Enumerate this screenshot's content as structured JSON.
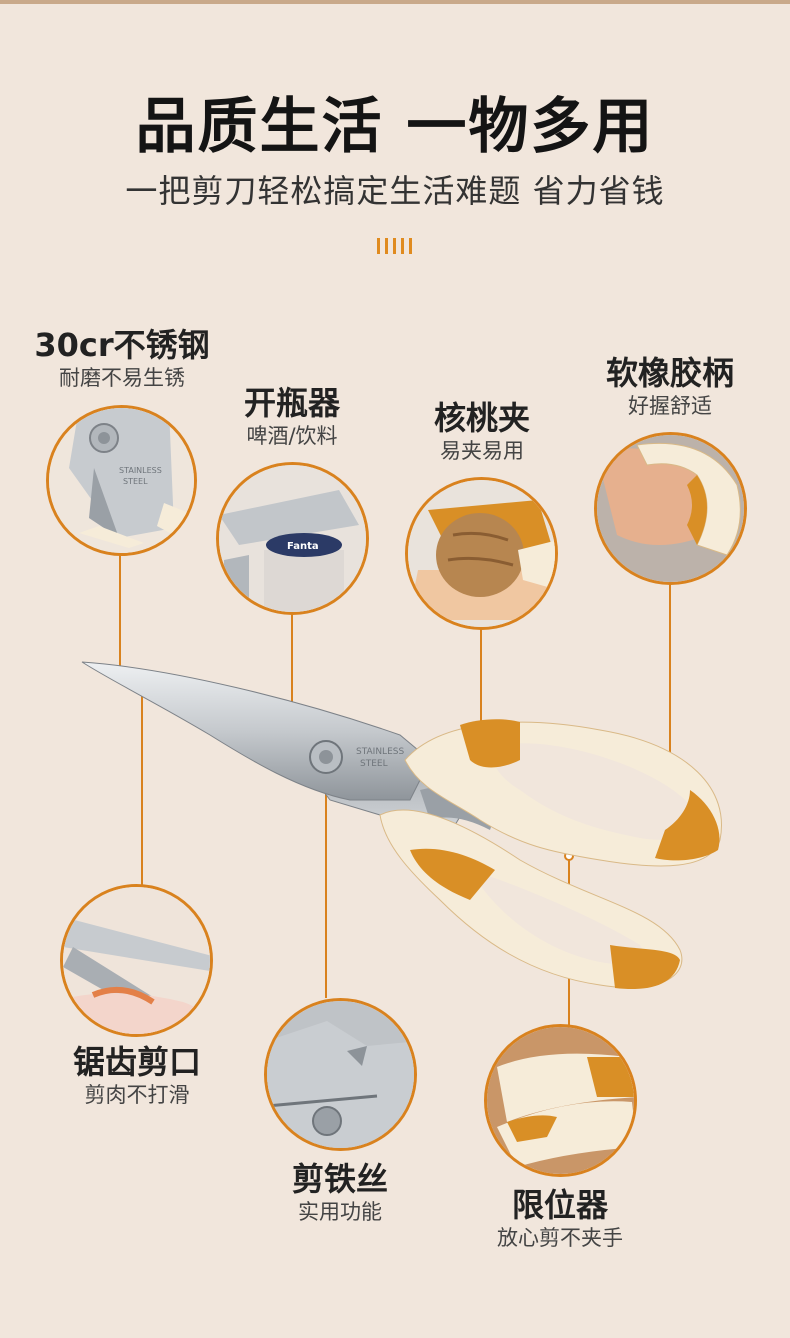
{
  "header": {
    "title": "品质生活 一物多用",
    "subtitle": "一把剪刀轻松搞定生活难题 省力省钱"
  },
  "features": [
    {
      "title": "30cr不锈钢",
      "subtitle": "耐磨不易生锈",
      "icon": "steel-blade-closeup"
    },
    {
      "title": "开瓶器",
      "subtitle": "啤酒/饮料",
      "icon": "bottle-opener-closeup"
    },
    {
      "title": "核桃夹",
      "subtitle": "易夹易用",
      "icon": "walnut-cracker-closeup"
    },
    {
      "title": "软橡胶柄",
      "subtitle": "好握舒适",
      "icon": "rubber-handle-closeup"
    },
    {
      "title": "锯齿剪口",
      "subtitle": "剪肉不打滑",
      "icon": "serrated-edge-closeup"
    },
    {
      "title": "剪铁丝",
      "subtitle": "实用功能",
      "icon": "wire-cutter-closeup"
    },
    {
      "title": "限位器",
      "subtitle": "放心剪不夹手",
      "icon": "stopper-closeup"
    }
  ],
  "blade_engraving": [
    "STAINLESS",
    "STEEL"
  ],
  "cap_text": "Fanta",
  "colors": {
    "accent": "#d9821e",
    "handle_orange": "#d98f26",
    "handle_cream": "#f6ecd9",
    "background": "#f1e6dc",
    "blade": "#c9cdd1"
  }
}
